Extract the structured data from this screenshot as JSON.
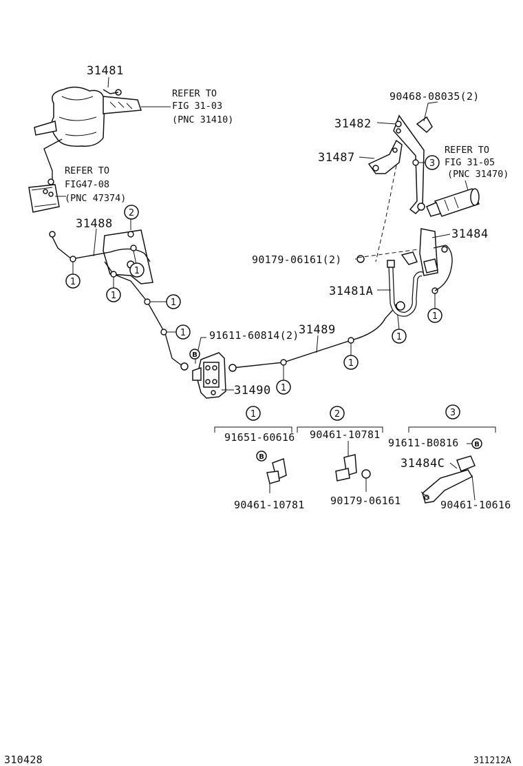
{
  "parts": {
    "p31481": "31481",
    "p31482": "31482",
    "p31487": "31487",
    "p31488": "31488",
    "p31484": "31484",
    "p31481A": "31481A",
    "p31489": "31489",
    "p31490": "31490",
    "p31484C": "31484C",
    "p90468": "90468-08035(2)",
    "p90179_2": "90179-06161(2)",
    "p91611_2": "91611-60814(2)",
    "p91651": "91651-60616",
    "p90461_a": "90461-10781",
    "p90461_b": "90461-10781",
    "p90179": "90179-06161",
    "p91611B": "91611-B0816",
    "p90461_c": "90461-10616"
  },
  "refs": {
    "fig3103": {
      "l1": "REFER TO",
      "l2": "FIG 31-03",
      "l3": "(PNC 31410)"
    },
    "fig4708": {
      "l1": "REFER TO",
      "l2": "FIG47-08",
      "l3": "(PNC 47374)"
    },
    "fig3105": {
      "l1": "REFER TO",
      "l2": "FIG 31-05",
      "l3": "(PNC 31470)"
    }
  },
  "callouts": {
    "c1": "1",
    "c2": "2",
    "c3": "3",
    "b": "B"
  },
  "footer": {
    "left": "310428",
    "right": "311212A"
  }
}
